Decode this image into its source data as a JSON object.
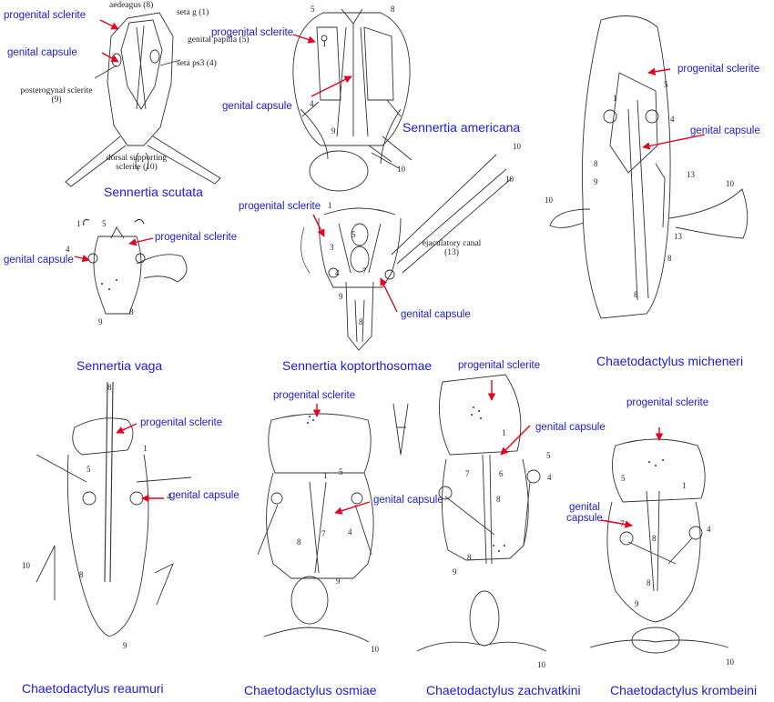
{
  "figure": {
    "palette": {
      "label": "#1a1adc",
      "arrow": "#e8001c",
      "ink": "#333333"
    },
    "species_names": [
      "Sennertia scutata",
      "Sennertia americana",
      "Sennertia vaga",
      "Sennertia koptorthosomae",
      "Chaetodactylus micheneri",
      "Chaetodactylus reaumuri",
      "Chaetodactylus osmiae",
      "Chaetodactylus zachvatkini",
      "Chaetodactylus krombeini"
    ],
    "blue_labels": [
      "progenital sclerite",
      "genital capsule",
      "progenital sclerite",
      "genital capsule",
      "progenital sclerite",
      "genital capsule",
      "progenital sclerite",
      "genital capsule",
      "progenital sclerite",
      "genital capsule",
      "progenital sclerite",
      "genital capsule",
      "progenital sclerite",
      "genital capsule",
      "progenital sclerite",
      "genital capsule",
      "progenital sclerite",
      "genital capsule"
    ],
    "structure_labels": [
      "aedeagus (8)",
      "seta g (1)",
      "genital papilla (5)",
      "seta ps3 (4)",
      "posterogynal sclerite (9)",
      "dorsal supporting sclerite (10)",
      "ejaculatory canal (13)"
    ],
    "part_numbers": [
      "5",
      "8",
      "1",
      "4",
      "9",
      "10",
      "1",
      "5",
      "4",
      "9",
      "8",
      "1",
      "3",
      "5",
      "7",
      "4",
      "9",
      "8",
      "10",
      "10",
      "5",
      "1",
      "4",
      "8",
      "9",
      "13",
      "10",
      "13",
      "10",
      "8",
      "8",
      "8",
      "1",
      "5",
      "4",
      "10",
      "8",
      "9",
      "1",
      "5",
      "7",
      "8",
      "4",
      "9",
      "10",
      "1",
      "5",
      "7",
      "6",
      "4",
      "8",
      "8",
      "9",
      "10",
      "5",
      "1",
      "7",
      "4",
      "8",
      "8",
      "9",
      "10"
    ]
  }
}
